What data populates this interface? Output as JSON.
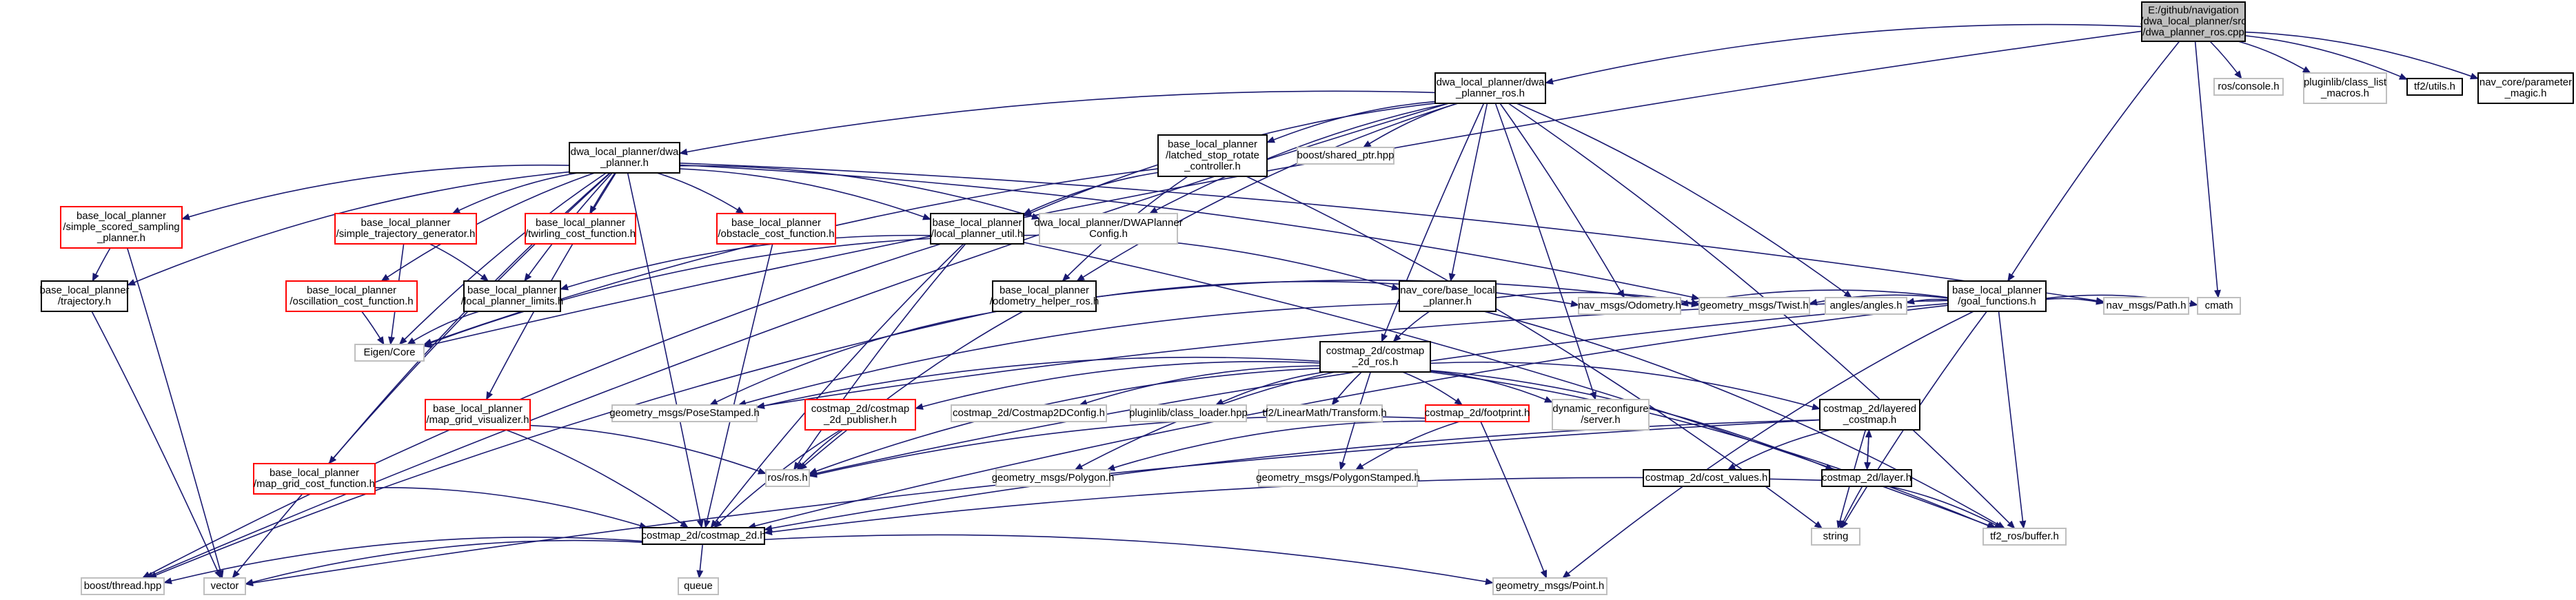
{
  "colors": {
    "background": "#ffffff",
    "edge": "#191970",
    "normal_border": "#000000",
    "missing_border": "#ff0000",
    "external_border": "#bfbfbf",
    "root_fill": "#bfbfbf"
  },
  "nodes": [
    {
      "id": "root",
      "kind": "root",
      "lines": [
        "E:/github/navigation",
        "/dwa_local_planner/src",
        "/dwa_planner_ros.cpp"
      ]
    },
    {
      "id": "dwa_planner_ros_h",
      "kind": "normal",
      "lines": [
        "dwa_local_planner/dwa",
        "_planner_ros.h"
      ]
    },
    {
      "id": "ros_console",
      "kind": "external",
      "lines": [
        "ros/console.h"
      ]
    },
    {
      "id": "class_list_macros",
      "kind": "external",
      "lines": [
        "pluginlib/class_list",
        "_macros.h"
      ]
    },
    {
      "id": "tf2_utils",
      "kind": "normal",
      "lines": [
        "tf2/utils.h"
      ]
    },
    {
      "id": "parameter_magic",
      "kind": "normal",
      "lines": [
        "nav_core/parameter",
        "_magic.h"
      ]
    },
    {
      "id": "dwa_planner_h",
      "kind": "normal",
      "lines": [
        "dwa_local_planner/dwa",
        "_planner.h"
      ]
    },
    {
      "id": "latched_stop",
      "kind": "normal",
      "lines": [
        "base_local_planner",
        "/latched_stop_rotate",
        "_controller.h"
      ]
    },
    {
      "id": "shared_ptr",
      "kind": "external",
      "lines": [
        "boost/shared_ptr.hpp"
      ]
    },
    {
      "id": "simple_scored",
      "kind": "missing",
      "lines": [
        "base_local_planner",
        "/simple_scored_sampling",
        "_planner.h"
      ]
    },
    {
      "id": "simple_traj_gen",
      "kind": "missing",
      "lines": [
        "base_local_planner",
        "/simple_trajectory_generator.h"
      ]
    },
    {
      "id": "twirling",
      "kind": "missing",
      "lines": [
        "base_local_planner",
        "/twirling_cost_function.h"
      ]
    },
    {
      "id": "obstacle_cost",
      "kind": "missing",
      "lines": [
        "base_local_planner",
        "/obstacle_cost_function.h"
      ]
    },
    {
      "id": "local_planner_util",
      "kind": "normal",
      "lines": [
        "base_local_planner",
        "/local_planner_util.h"
      ]
    },
    {
      "id": "dwa_config",
      "kind": "external",
      "lines": [
        "dwa_local_planner/DWAPlanner",
        "Config.h"
      ]
    },
    {
      "id": "trajectory",
      "kind": "normal",
      "lines": [
        "base_local_planner",
        "/trajectory.h"
      ]
    },
    {
      "id": "oscillation",
      "kind": "missing",
      "lines": [
        "base_local_planner",
        "/oscillation_cost_function.h"
      ]
    },
    {
      "id": "limits",
      "kind": "normal",
      "lines": [
        "base_local_planner",
        "/local_planner_limits.h"
      ]
    },
    {
      "id": "odom_helper",
      "kind": "normal",
      "lines": [
        "base_local_planner",
        "/odometry_helper_ros.h"
      ]
    },
    {
      "id": "base_local_planner_h",
      "kind": "normal",
      "lines": [
        "nav_core/base_local",
        "_planner.h"
      ]
    },
    {
      "id": "goal_functions",
      "kind": "normal",
      "lines": [
        "base_local_planner",
        "/goal_functions.h"
      ]
    },
    {
      "id": "eigen",
      "kind": "external",
      "lines": [
        "Eigen/Core"
      ]
    },
    {
      "id": "nav_odometry",
      "kind": "external",
      "lines": [
        "nav_msgs/Odometry.h"
      ]
    },
    {
      "id": "twist",
      "kind": "external",
      "lines": [
        "geometry_msgs/Twist.h"
      ]
    },
    {
      "id": "angles",
      "kind": "external",
      "lines": [
        "angles/angles.h"
      ]
    },
    {
      "id": "nav_path",
      "kind": "external",
      "lines": [
        "nav_msgs/Path.h"
      ]
    },
    {
      "id": "cmath",
      "kind": "external",
      "lines": [
        "cmath"
      ]
    },
    {
      "id": "costmap_ros",
      "kind": "normal",
      "lines": [
        "costmap_2d/costmap",
        "_2d_ros.h"
      ]
    },
    {
      "id": "pose_stamped",
      "kind": "external",
      "lines": [
        "geometry_msgs/PoseStamped.h"
      ]
    },
    {
      "id": "costmap_publisher",
      "kind": "missing",
      "lines": [
        "costmap_2d/costmap",
        "_2d_publisher.h"
      ]
    },
    {
      "id": "costmap_config",
      "kind": "external",
      "lines": [
        "costmap_2d/Costmap2DConfig.h"
      ]
    },
    {
      "id": "class_loader",
      "kind": "external",
      "lines": [
        "pluginlib/class_loader.hpp"
      ]
    },
    {
      "id": "linear_math",
      "kind": "external",
      "lines": [
        "tf2/LinearMath/Transform.h"
      ]
    },
    {
      "id": "footprint",
      "kind": "missing",
      "lines": [
        "costmap_2d/footprint.h"
      ]
    },
    {
      "id": "dyn_reconfig",
      "kind": "external",
      "lines": [
        "dynamic_reconfigure",
        "/server.h"
      ]
    },
    {
      "id": "layered_costmap",
      "kind": "normal",
      "lines": [
        "costmap_2d/layered",
        "_costmap.h"
      ]
    },
    {
      "id": "map_grid_vis",
      "kind": "missing",
      "lines": [
        "base_local_planner",
        "/map_grid_visualizer.h"
      ]
    },
    {
      "id": "ros_h",
      "kind": "external",
      "lines": [
        "ros/ros.h"
      ]
    },
    {
      "id": "polygon",
      "kind": "external",
      "lines": [
        "geometry_msgs/Polygon.h"
      ]
    },
    {
      "id": "polygon_stamped",
      "kind": "external",
      "lines": [
        "geometry_msgs/PolygonStamped.h"
      ]
    },
    {
      "id": "cost_values",
      "kind": "normal",
      "lines": [
        "costmap_2d/cost_values.h"
      ]
    },
    {
      "id": "layer_h",
      "kind": "normal",
      "lines": [
        "costmap_2d/layer.h"
      ]
    },
    {
      "id": "map_grid_cost",
      "kind": "missing",
      "lines": [
        "base_local_planner",
        "/map_grid_cost_function.h"
      ]
    },
    {
      "id": "costmap_2d_h",
      "kind": "normal",
      "lines": [
        "costmap_2d/costmap_2d.h"
      ]
    },
    {
      "id": "string",
      "kind": "external",
      "lines": [
        "string"
      ]
    },
    {
      "id": "tf2_buffer",
      "kind": "external",
      "lines": [
        "tf2_ros/buffer.h"
      ]
    },
    {
      "id": "boost_thread",
      "kind": "external",
      "lines": [
        "boost/thread.hpp"
      ]
    },
    {
      "id": "vector",
      "kind": "external",
      "lines": [
        "vector"
      ]
    },
    {
      "id": "queue",
      "kind": "external",
      "lines": [
        "queue"
      ]
    },
    {
      "id": "point",
      "kind": "external",
      "lines": [
        "geometry_msgs/Point.h"
      ]
    }
  ],
  "edges": [
    [
      "root",
      "dwa_planner_ros_h"
    ],
    [
      "root",
      "ros_console"
    ],
    [
      "root",
      "class_list_macros"
    ],
    [
      "root",
      "tf2_utils"
    ],
    [
      "root",
      "parameter_magic"
    ],
    [
      "root",
      "cmath"
    ],
    [
      "root",
      "goal_functions"
    ],
    [
      "root",
      "eigen"
    ],
    [
      "dwa_planner_ros_h",
      "dwa_planner_h"
    ],
    [
      "dwa_planner_ros_h",
      "latched_stop"
    ],
    [
      "dwa_planner_ros_h",
      "shared_ptr"
    ],
    [
      "dwa_planner_ros_h",
      "dwa_config"
    ],
    [
      "dwa_planner_ros_h",
      "local_planner_util"
    ],
    [
      "dwa_planner_ros_h",
      "odom_helper"
    ],
    [
      "dwa_planner_ros_h",
      "base_local_planner_h"
    ],
    [
      "dwa_planner_ros_h",
      "costmap_ros"
    ],
    [
      "dwa_planner_ros_h",
      "nav_odometry"
    ],
    [
      "dwa_planner_ros_h",
      "angles"
    ],
    [
      "dwa_planner_ros_h",
      "tf2_buffer"
    ],
    [
      "dwa_planner_ros_h",
      "boost_thread"
    ],
    [
      "dwa_planner_ros_h",
      "dyn_reconfig"
    ],
    [
      "dwa_planner_h",
      "simple_scored"
    ],
    [
      "dwa_planner_h",
      "simple_traj_gen"
    ],
    [
      "dwa_planner_h",
      "twirling"
    ],
    [
      "dwa_planner_h",
      "obstacle_cost"
    ],
    [
      "dwa_planner_h",
      "local_planner_util"
    ],
    [
      "dwa_planner_h",
      "trajectory"
    ],
    [
      "dwa_planner_h",
      "oscillation"
    ],
    [
      "dwa_planner_h",
      "limits"
    ],
    [
      "dwa_planner_h",
      "map_grid_vis"
    ],
    [
      "dwa_planner_h",
      "map_grid_cost"
    ],
    [
      "dwa_planner_h",
      "eigen"
    ],
    [
      "dwa_planner_h",
      "vector"
    ],
    [
      "dwa_planner_h",
      "costmap_2d_h"
    ],
    [
      "dwa_planner_h",
      "nav_path"
    ],
    [
      "dwa_planner_h",
      "dwa_config"
    ],
    [
      "dwa_planner_h",
      "twist"
    ],
    [
      "latched_stop",
      "local_planner_util"
    ],
    [
      "latched_stop",
      "odom_helper"
    ],
    [
      "latched_stop",
      "eigen"
    ],
    [
      "latched_stop",
      "string"
    ],
    [
      "simple_scored",
      "trajectory"
    ],
    [
      "simple_scored",
      "vector"
    ],
    [
      "simple_traj_gen",
      "limits"
    ],
    [
      "simple_traj_gen",
      "eigen"
    ],
    [
      "obstacle_cost",
      "costmap_2d_h"
    ],
    [
      "local_planner_util",
      "limits"
    ],
    [
      "local_planner_util",
      "eigen"
    ],
    [
      "local_planner_util",
      "costmap_2d_h"
    ],
    [
      "local_planner_util",
      "tf2_buffer"
    ],
    [
      "local_planner_util",
      "boost_thread"
    ],
    [
      "local_planner_util",
      "base_local_planner_h"
    ],
    [
      "local_planner_util",
      "ros_h"
    ],
    [
      "trajectory",
      "vector"
    ],
    [
      "oscillation",
      "eigen"
    ],
    [
      "limits",
      "eigen"
    ],
    [
      "odom_helper",
      "nav_odometry"
    ],
    [
      "odom_helper",
      "pose_stamped"
    ],
    [
      "odom_helper",
      "ros_h"
    ],
    [
      "odom_helper",
      "twist"
    ],
    [
      "odom_helper",
      "boost_thread"
    ],
    [
      "base_local_planner_h",
      "costmap_ros"
    ],
    [
      "base_local_planner_h",
      "twist"
    ],
    [
      "base_local_planner_h",
      "pose_stamped"
    ],
    [
      "base_local_planner_h",
      "tf2_buffer"
    ],
    [
      "goal_functions",
      "nav_odometry"
    ],
    [
      "goal_functions",
      "twist"
    ],
    [
      "goal_functions",
      "angles"
    ],
    [
      "goal_functions",
      "nav_path"
    ],
    [
      "goal_functions",
      "cmath"
    ],
    [
      "goal_functions",
      "pose_stamped"
    ],
    [
      "goal_functions",
      "costmap_2d_h"
    ],
    [
      "goal_functions",
      "string"
    ],
    [
      "goal_functions",
      "tf2_buffer"
    ],
    [
      "goal_functions",
      "point"
    ],
    [
      "goal_functions",
      "ros_h"
    ],
    [
      "costmap_ros",
      "pose_stamped"
    ],
    [
      "costmap_ros",
      "costmap_publisher"
    ],
    [
      "costmap_ros",
      "costmap_config"
    ],
    [
      "costmap_ros",
      "class_loader"
    ],
    [
      "costmap_ros",
      "linear_math"
    ],
    [
      "costmap_ros",
      "footprint"
    ],
    [
      "costmap_ros",
      "dyn_reconfig"
    ],
    [
      "costmap_ros",
      "layered_costmap"
    ],
    [
      "costmap_ros",
      "polygon"
    ],
    [
      "costmap_ros",
      "ros_h"
    ],
    [
      "costmap_ros",
      "layer_h"
    ],
    [
      "costmap_ros",
      "polygon_stamped"
    ],
    [
      "costmap_ros",
      "tf2_buffer"
    ],
    [
      "costmap_publisher",
      "ros_h"
    ],
    [
      "costmap_publisher",
      "costmap_2d_h"
    ],
    [
      "footprint",
      "ros_h"
    ],
    [
      "footprint",
      "polygon"
    ],
    [
      "footprint",
      "polygon_stamped"
    ],
    [
      "footprint",
      "point"
    ],
    [
      "layered_costmap",
      "cost_values"
    ],
    [
      "layered_costmap",
      "layer_h"
    ],
    [
      "layered_costmap",
      "costmap_2d_h"
    ],
    [
      "layered_costmap",
      "string"
    ],
    [
      "layered_costmap",
      "vector"
    ],
    [
      "layer_h",
      "layered_costmap"
    ],
    [
      "layer_h",
      "costmap_2d_h"
    ],
    [
      "layer_h",
      "string"
    ],
    [
      "layer_h",
      "tf2_buffer"
    ],
    [
      "map_grid_vis",
      "ros_h"
    ],
    [
      "map_grid_vis",
      "costmap_2d_h"
    ],
    [
      "map_grid_cost",
      "costmap_2d_h"
    ],
    [
      "costmap_2d_h",
      "vector"
    ],
    [
      "costmap_2d_h",
      "queue"
    ],
    [
      "costmap_2d_h",
      "boost_thread"
    ],
    [
      "costmap_2d_h",
      "point"
    ]
  ]
}
